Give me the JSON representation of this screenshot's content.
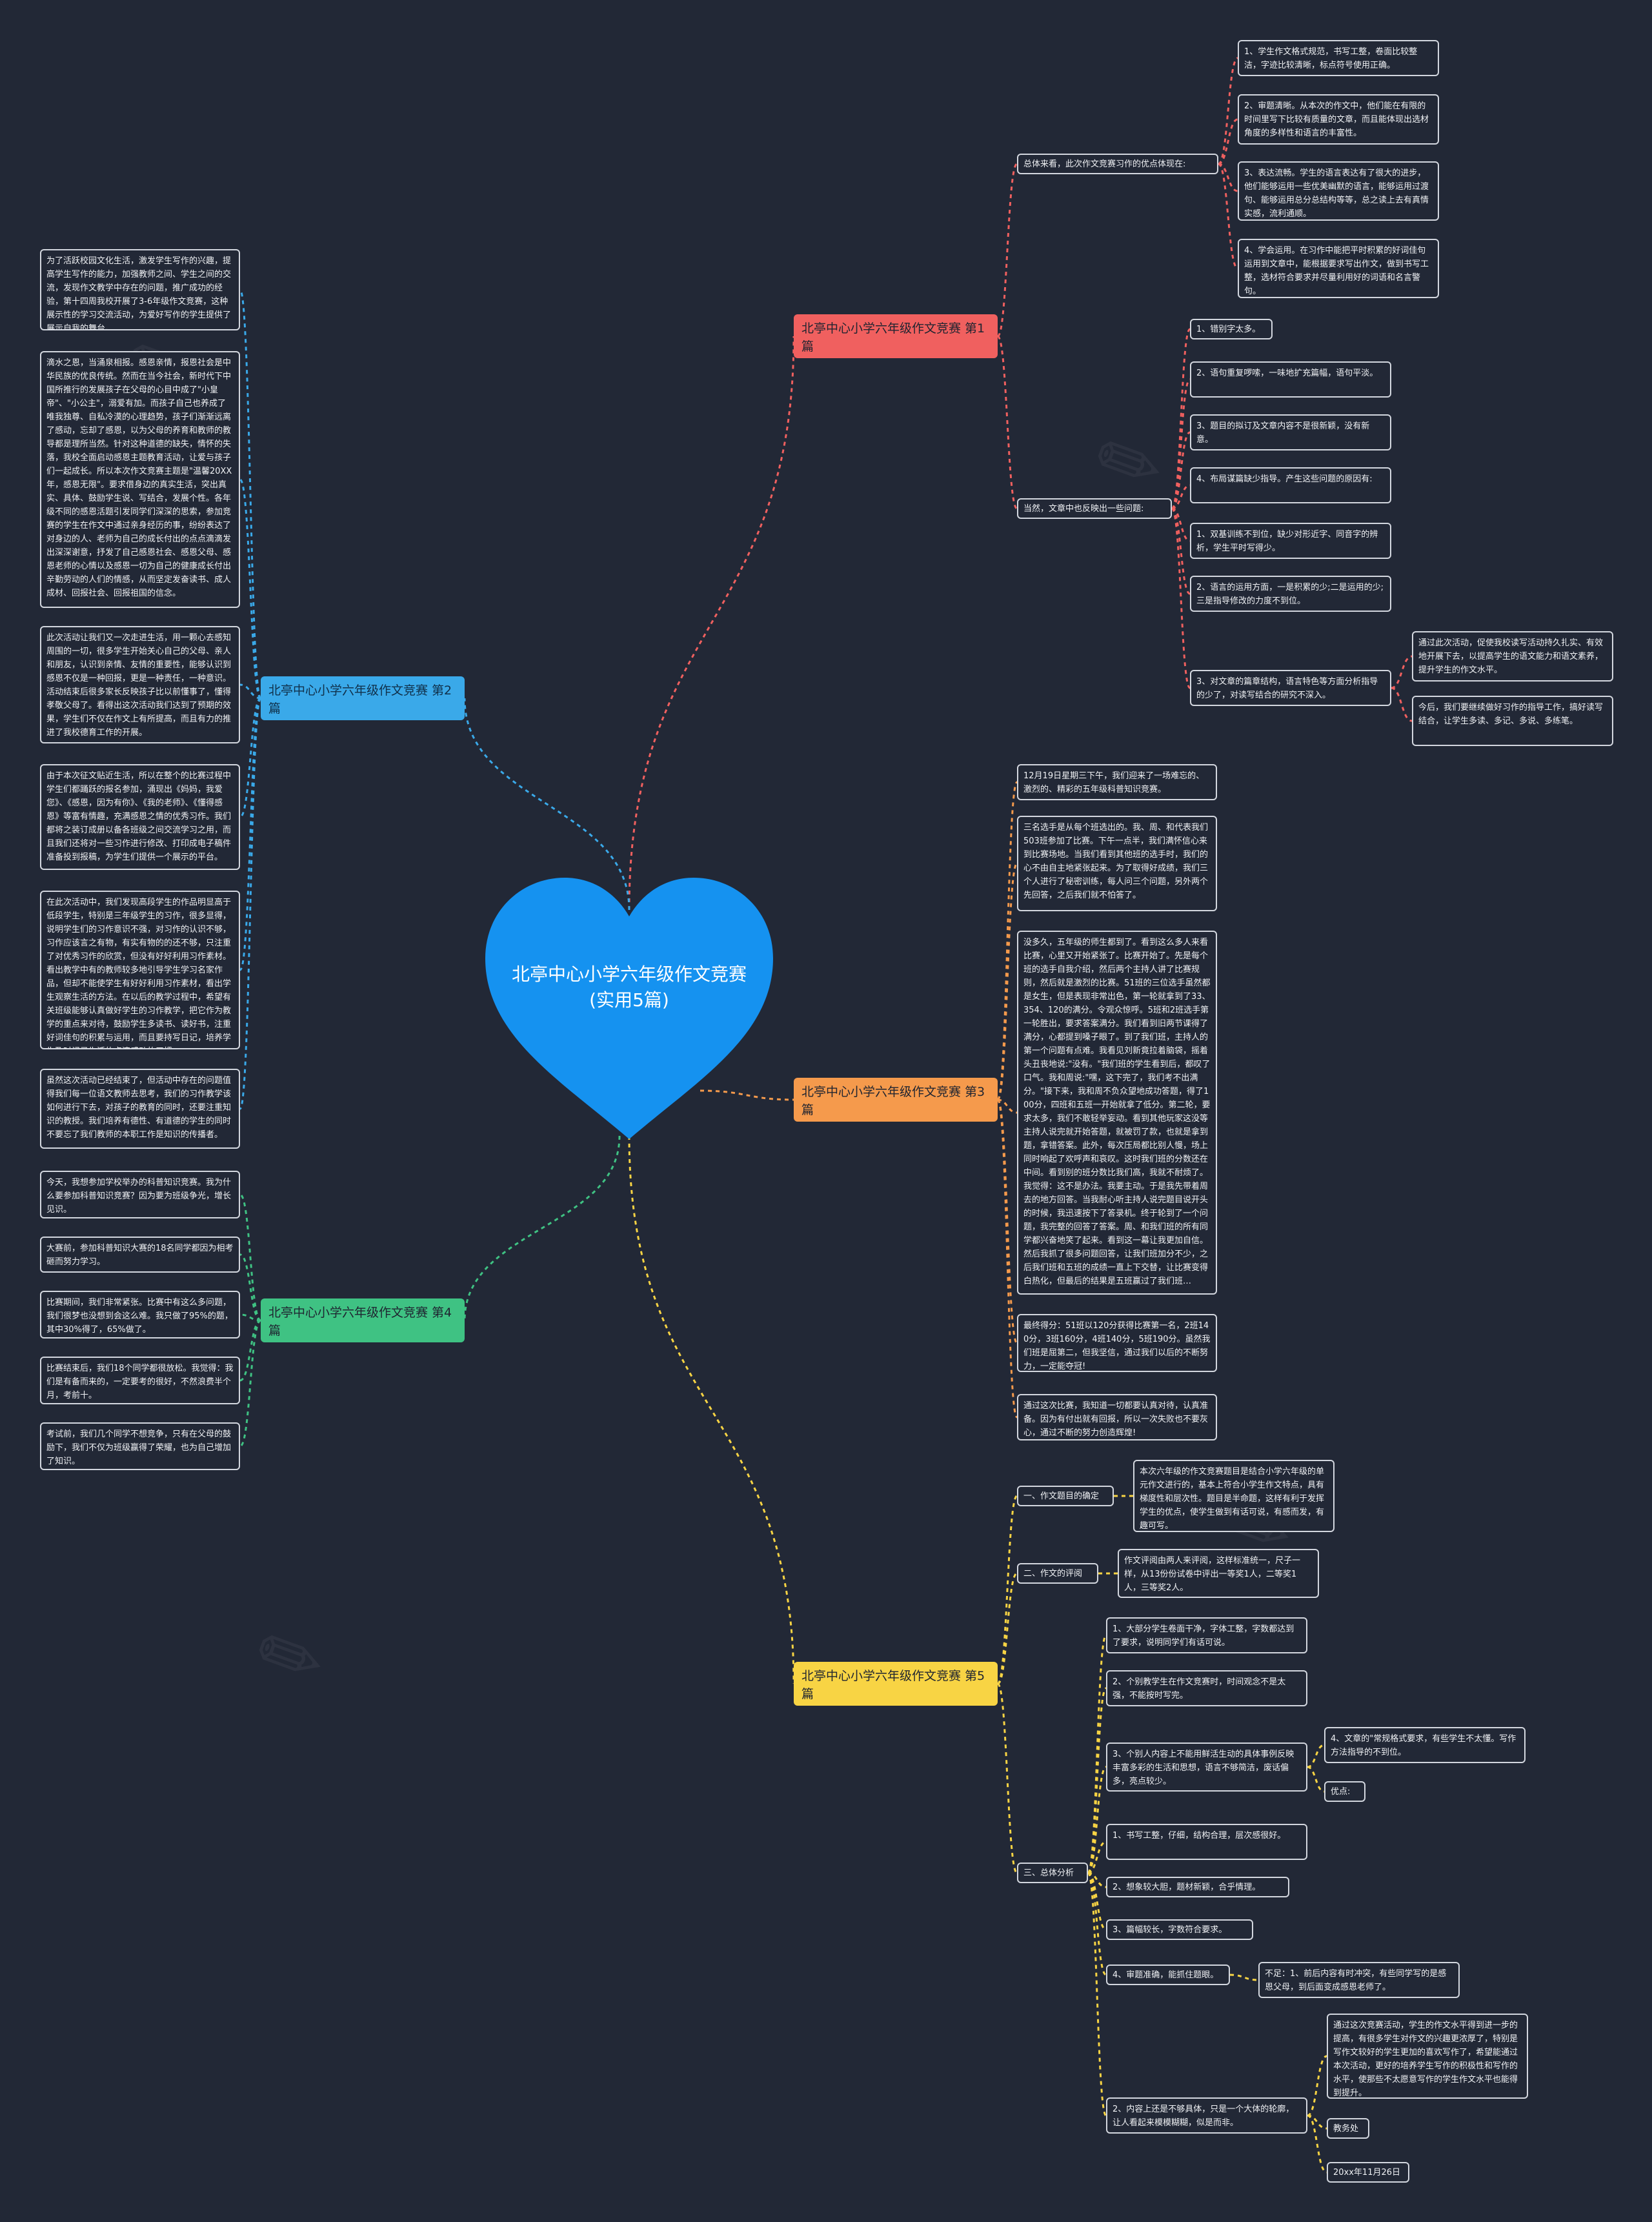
{
  "center": {
    "title": "北亭中心小学六年级作文竞赛(实用5篇)"
  },
  "branches": {
    "b1": "北亭中心小学六年级作文竞赛 第1篇",
    "b2": "北亭中心小学六年级作文竞赛 第2篇",
    "b3": "北亭中心小学六年级作文竞赛 第3篇",
    "b4": "北亭中心小学六年级作文竞赛 第4篇",
    "b5": "北亭中心小学六年级作文竞赛 第5篇"
  },
  "b1": {
    "sub_a": "总体来看，此次作文竞赛习作的优点体现在:",
    "a_items": [
      "1、学生作文格式规范，书写工整，卷面比较整洁，字迹比较清晰，标点符号使用正确。",
      "2、审题清晰。从本次的作文中，他们能在有限的时间里写下比较有质量的文章，而且能体现出选材角度的多样性和语言的丰富性。",
      "3、表达流畅。学生的语言表达有了很大的进步，他们能够运用一些优美幽默的语言，能够运用过渡句、能够运用总分总结构等等，总之读上去有真情实感，流利通顺。",
      "4、学会运用。在习作中能把平时积累的好词佳句运用到文章中，能根据要求写出作文，做到书写工整，选材符合要求并尽量利用好的词语和名言警句。"
    ],
    "sub_b": "当然，文章中也反映出一些问题:",
    "b_items": [
      "1、错别字太多。",
      "2、语句重复啰嗦，一味地扩充篇幅，语句平淡。",
      "3、题目的拟订及文章内容不是很新颖，没有新意。",
      "4、布局谋篇缺少指导。产生这些问题的原因有:",
      "1、双基训练不到位，缺少对形近字、同音字的辨析，学生平时写得少。",
      "2、语言的运用方面，一是积累的少;二是运用的少;三是指导修改的力度不到位。",
      "3、对文章的篇章结构，语言特色等方面分析指导的少了，对读写结合的研究不深入。"
    ],
    "c_items": [
      "通过此次活动，促使我校读写活动持久扎实、有效地开展下去，以提高学生的语文能力和语文素养，提升学生的作文水平。",
      "今后，我们要继续做好习作的指导工作，搞好读写结合，让学生多读、多记、多说、多练笔。"
    ]
  },
  "b2": {
    "items": [
      "为了活跃校园文化生活，激发学生写作的兴趣，提高学生写作的能力，加强教师之间、学生之间的交流，发现作文教学中存在的问题，推广成功的经验，第十四周我校开展了3-6年级作文竞赛，这种展示性的学习交流活动，为爱好写作的学生提供了展示自我的舞台。",
      "滴水之恩，当涌泉相报。感恩亲情，报恩社会是中华民族的优良传统。然而在当今社会，新时代下中国所推行的发展孩子在父母的心目中成了\"小皇帝\"、\"小公主\"，溺爱有加。而孩子自己也养成了唯我独尊、自私冷漠的心理趋势，孩子们渐渐远离了感动，忘却了感恩，以为父母的养育和教师的教导都是理所当然。针对这种道德的缺失，情怀的失落，我校全面启动感恩主题教育活动，让爱与孩子们一起成长。所以本次作文竞赛主题是\"温馨20XX年，感恩无限\"。要求借身边的真实生活，突出真实、具体、鼓励学生说、写结合，发展个性。各年级不同的感恩活题引发同学们深深的思索，参加竞赛的学生在作文中通过亲身经历的事，纷纷表达了对身边的人、老师为自己的成长付出的点点滴滴发出深深谢意，抒发了自己感恩社会、感恩父母、感恩老师的心情以及感恩一切为自己的健康成长付出辛勤劳动的人们的情感，从而坚定发奋读书、成人成材、回报社会、回报祖国的信念。",
      "此次活动让我们又一次走进生活，用一颗心去感知周围的一切，很多学生开始关心自己的父母、亲人和朋友，认识到亲情、友情的重要性，能够认识到感恩不仅是一种回报，更是一种责任，一种意识。活动结束后很多家长反映孩子比以前懂事了，懂得孝敬父母了。看得出这次活动我们达到了预期的效果，学生们不仅在作文上有所提高，而且有力的推进了我校德育工作的开展。",
      "由于本次征文贴近生活，所以在整个的比赛过程中学生们都踊跃的报名参加，涌现出《妈妈，我爱您》、《感恩，因为有你》、《我的老师》、《懂得感恩》等富有情趣，充满感恩之情的优秀习作。我们都将之装订成册以备各班级之间交流学习之用，而且我们还将对一些习作进行修改、打印成电子稿件准备投到报稿，为学生们提供一个展示的平台。",
      "在此次活动中，我们发现高段学生的作品明显高于低段学生，特别是三年级学生的习作，很多显得，说明学生们的习作意识不强，对习作的认识不够，习作应该言之有物，有实有物的的还不够，只注重了对优秀习作的欣赏，但没有好好利用习作素材。看出教学中有的教师较多地引导学生学习名家作品，但却不能使学生有好好利用习作素材，看出学生观察生活的方法。在以后的教学过程中，希望有关班级能够认真做好学生的习作教学，把它作为教学的重点来对待，鼓励学生多读书、读好书，注重好词佳句的积累与运用，而且要持写日记，培养学生及时记录生活的点滴感动的习惯。",
      "虽然这次活动已经结束了，但活动中存在的问题值得我们每一位语文教师去思考，我们的习作教学该如何进行下去，对孩子的教育的同时，还要注重知识的教授。我们培养有德性、有道德的学生的同时不要忘了我们教师的本职工作是知识的传播者。"
    ]
  },
  "b3": {
    "items": [
      "12月19日星期三下午，我们迎来了一场难忘的、激烈的、精彩的五年级科普知识竞赛。",
      "三名选手是从每个班选出的。我、周、和代表我们503班参加了比赛。下午一点半，我们满怀信心来到比赛场地。当我们看到其他班的选手时，我们的心不由自主地紧张起来。为了取得好成绩，我们三个人进行了秘密训练，每人问三个问题，另外两个先回答，之后我们就不怕答了。",
      "没多久，五年级的师生都到了。看到这么多人来看比赛，心里又开始紧张了。比赛开始了。先是每个班的选手自我介绍，然后两个主持人讲了比赛规则，然后就是激烈的比赛。51班的三位选手虽然都是女生，但是表现非常出色，第一轮就拿到了33、354、120的满分。令观众惊呼。5班和2班选手第一轮胜出，要求答案满分。我们看到旧两节课得了满分，心都提到嗓子眼了。到了我们班，主持人的第一个问题有点难。我看见刘新竟拉着脑袋，摇着头丑丧地说:\"没有。\"我们班的学生看到后，都叹了口气。我和周说:\"嘿，这下完了，我们考不出满分。\"接下来，我和周不负众望地成功答题，得了100分，四班和五班一开始就拿了低分。第二轮，要求太多，我们不敢轻举妄动。看到其他玩家这没等主持人说完就开始答题，就被罚了款，也就是拿到题，拿错答案。此外，每次压局都比别人慢，场上同时响起了欢呼声和哀叹。这时我们班的分数还在中间。看到别的班分数比我们高，我就不耐烦了。我觉得：这不是办法。我要主动。于是我先带着周去的地方回答。当我耐心听主持人说完题目说开头的时候，我迅速按下了答录机。终于轮到了一个问题，我完整的回答了答案。周、和我们班的所有同学都兴奋地笑了起来。看到这一幕让我更加自信。然后我抓了很多问题回答，让我们班加分不少，之后我们班和五班的成绩一直上下交替，让比赛变得白热化，但最后的结果是五班赢过了我们班…",
      "最终得分：51班以120分获得比赛第一名，2班140分，3班160分，4班140分，5班190分。虽然我们班是屈第二，但我坚信，通过我们以后的不断努力，一定能夺冠!",
      "通过这次比赛，我知道一切都要认真对待，认真准备。因为有付出就有回报，所以一次失败也不要灰心，通过不断的努力创造辉煌!"
    ]
  },
  "b4": {
    "items": [
      "今天，我想参加学校举办的科普知识竞赛。我为什么要参加科普知识竞赛？因为要为班级争光，增长见识。",
      "大赛前，参加科普知识大赛的18名同学都因为相考砸而努力学习。",
      "比赛期间，我们非常紧张。比赛中有这么多问题，我们很梦也没想到会这么难。我只做了95%的题，其中30%得了，65%做了。",
      "比赛结束后，我们18个同学都很放松。我觉得：我们是有备而来的，一定要考的很好，不然浪费半个月，考前十。",
      "考试前，我们几个同学不想竞争，只有在父母的鼓励下，我们不仅为班级赢得了荣耀，也为自己增加了知识。"
    ]
  },
  "b5": {
    "sub1": "一、作文题目的确定",
    "sub1_text": "本次六年级的作文竞赛题目是结合小学六年级的单元作文进行的，基本上符合小学生作文特点，具有梯度性和层次性。题目是半命题，这样有利于发挥学生的优点，使学生做到有话可说，有感而发，有趣可写。",
    "sub2": "二、作文的评阅",
    "sub2_text": "作文评阅由两人来评阅，这样标准统一，尺子一样，从13份份试卷中评出一等奖1人，二等奖1人，三等奖2人。",
    "sub3": "三、总体分析",
    "sub3_items": [
      "1、大部分学生卷面干净，字体工整，字数都达到了要求，说明同学们有话可说。",
      "2、个别教学生在作文竞赛时，时间观念不是太强，不能按时写完。",
      "3、个别人内容上不能用鲜活生动的具体事例反映丰富多彩的生活和思想，语言不够简洁，废话偏多，亮点较少。",
      "1、书写工整，仔细，结构合理，层次感很好。",
      "2、想象较大胆，题材新颖，合乎情理。",
      "3、篇幅较长，字数符合要求。",
      "4、审题准确，能抓住题眼。",
      "2、内容上还是不够具体，只是一个大体的轮廓，让人看起来模模糊糊，似是而非。"
    ],
    "side_items": [
      "4、文章的\"常规格式要求，有些学生不太懂。写作方法指导的不到位。",
      "优点:",
      "不足：1、前后内容有时冲突，有些同学写的是感恩父母，到后面变成感恩老师了。",
      "通过这次竞赛活动，学生的作文水平得到进一步的提高，有很多学生对作文的兴趣更浓厚了，特别是写作文较好的学生更加的喜欢写作了，希望能通过本次活动，更好的培养学生写作的积极性和写作的水平，使那些不太愿意写作的学生作文水平也能得到提升。",
      "教务处",
      "20xx年11月26日"
    ]
  }
}
